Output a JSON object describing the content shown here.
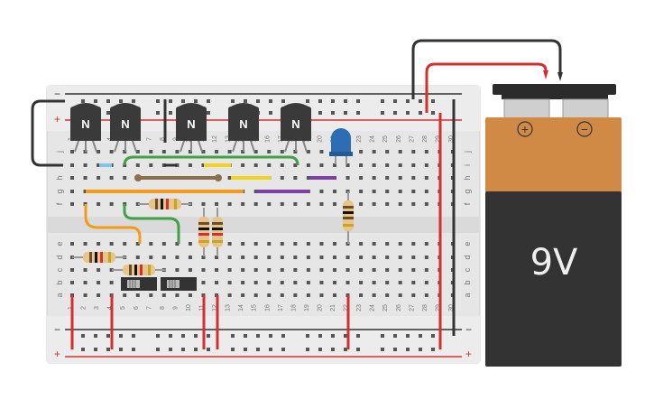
{
  "breadboard": {
    "column_numbers": [
      "1",
      "2",
      "3",
      "4",
      "5",
      "6",
      "7",
      "8",
      "9",
      "10",
      "11",
      "12",
      "13",
      "14",
      "15",
      "16",
      "17",
      "18",
      "19",
      "20",
      "21",
      "22",
      "23",
      "24",
      "25",
      "26",
      "27",
      "28",
      "29",
      "30"
    ],
    "row_letters_top": [
      "j",
      "i",
      "h",
      "g",
      "f"
    ],
    "row_letters_bottom": [
      "e",
      "d",
      "c",
      "b",
      "a"
    ],
    "rail_plus": "+",
    "rail_minus": "−"
  },
  "transistors": [
    {
      "label": "N"
    },
    {
      "label": "N"
    },
    {
      "label": "N"
    },
    {
      "label": "N"
    },
    {
      "label": "N"
    }
  ],
  "battery": {
    "voltage_label": "9V",
    "plus_symbol": "+",
    "minus_symbol": "−"
  },
  "colors": {
    "board": "#e6e6e6",
    "rail_red": "#d32f2f",
    "wire_black": "#333333",
    "wire_green": "#43a047",
    "wire_orange": "#f29b1a",
    "wire_yellow": "#f2d41a",
    "wire_purple": "#7b3fa6",
    "wire_brown": "#8d6e4a",
    "wire_blue": "#7ec4e6",
    "led": "#2d6db3",
    "battery_top": "#d18a45",
    "battery_bottom": "#333333"
  }
}
